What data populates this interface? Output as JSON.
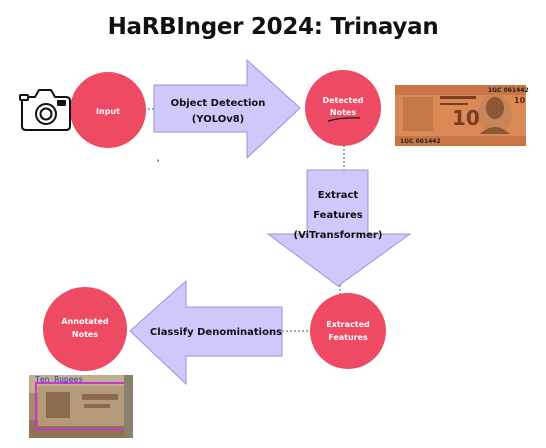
{
  "title": "HaRBInger 2024: Trinayan",
  "nodes": {
    "input": "Input",
    "detected_line1": "Detected",
    "detected_line2": "Notes",
    "extracted_line1": "Extracted",
    "extracted_line2": "Features",
    "annotated_line1": "Annotated",
    "annotated_line2": "Notes"
  },
  "arrows": {
    "detection_line1": "Object Detection",
    "detection_line2": "(YOLOv8)",
    "extract_line1": "Extract",
    "extract_line2": "Features",
    "extract_line3": "(ViTransformer)",
    "classify": "Classify Denominations"
  },
  "banknote": {
    "denomination": "10",
    "serial": "1GC 061442"
  },
  "annotation_label": "Ten Rupees",
  "colors": {
    "node": "#ee4a64",
    "arrow_fill": "#cfc8fb",
    "arrow_stroke": "#9a92dd",
    "box": "#b13ec1",
    "label": "#3a3acc"
  },
  "icons": [
    "camera-icon",
    "banknote-image",
    "annotated-note-image"
  ]
}
